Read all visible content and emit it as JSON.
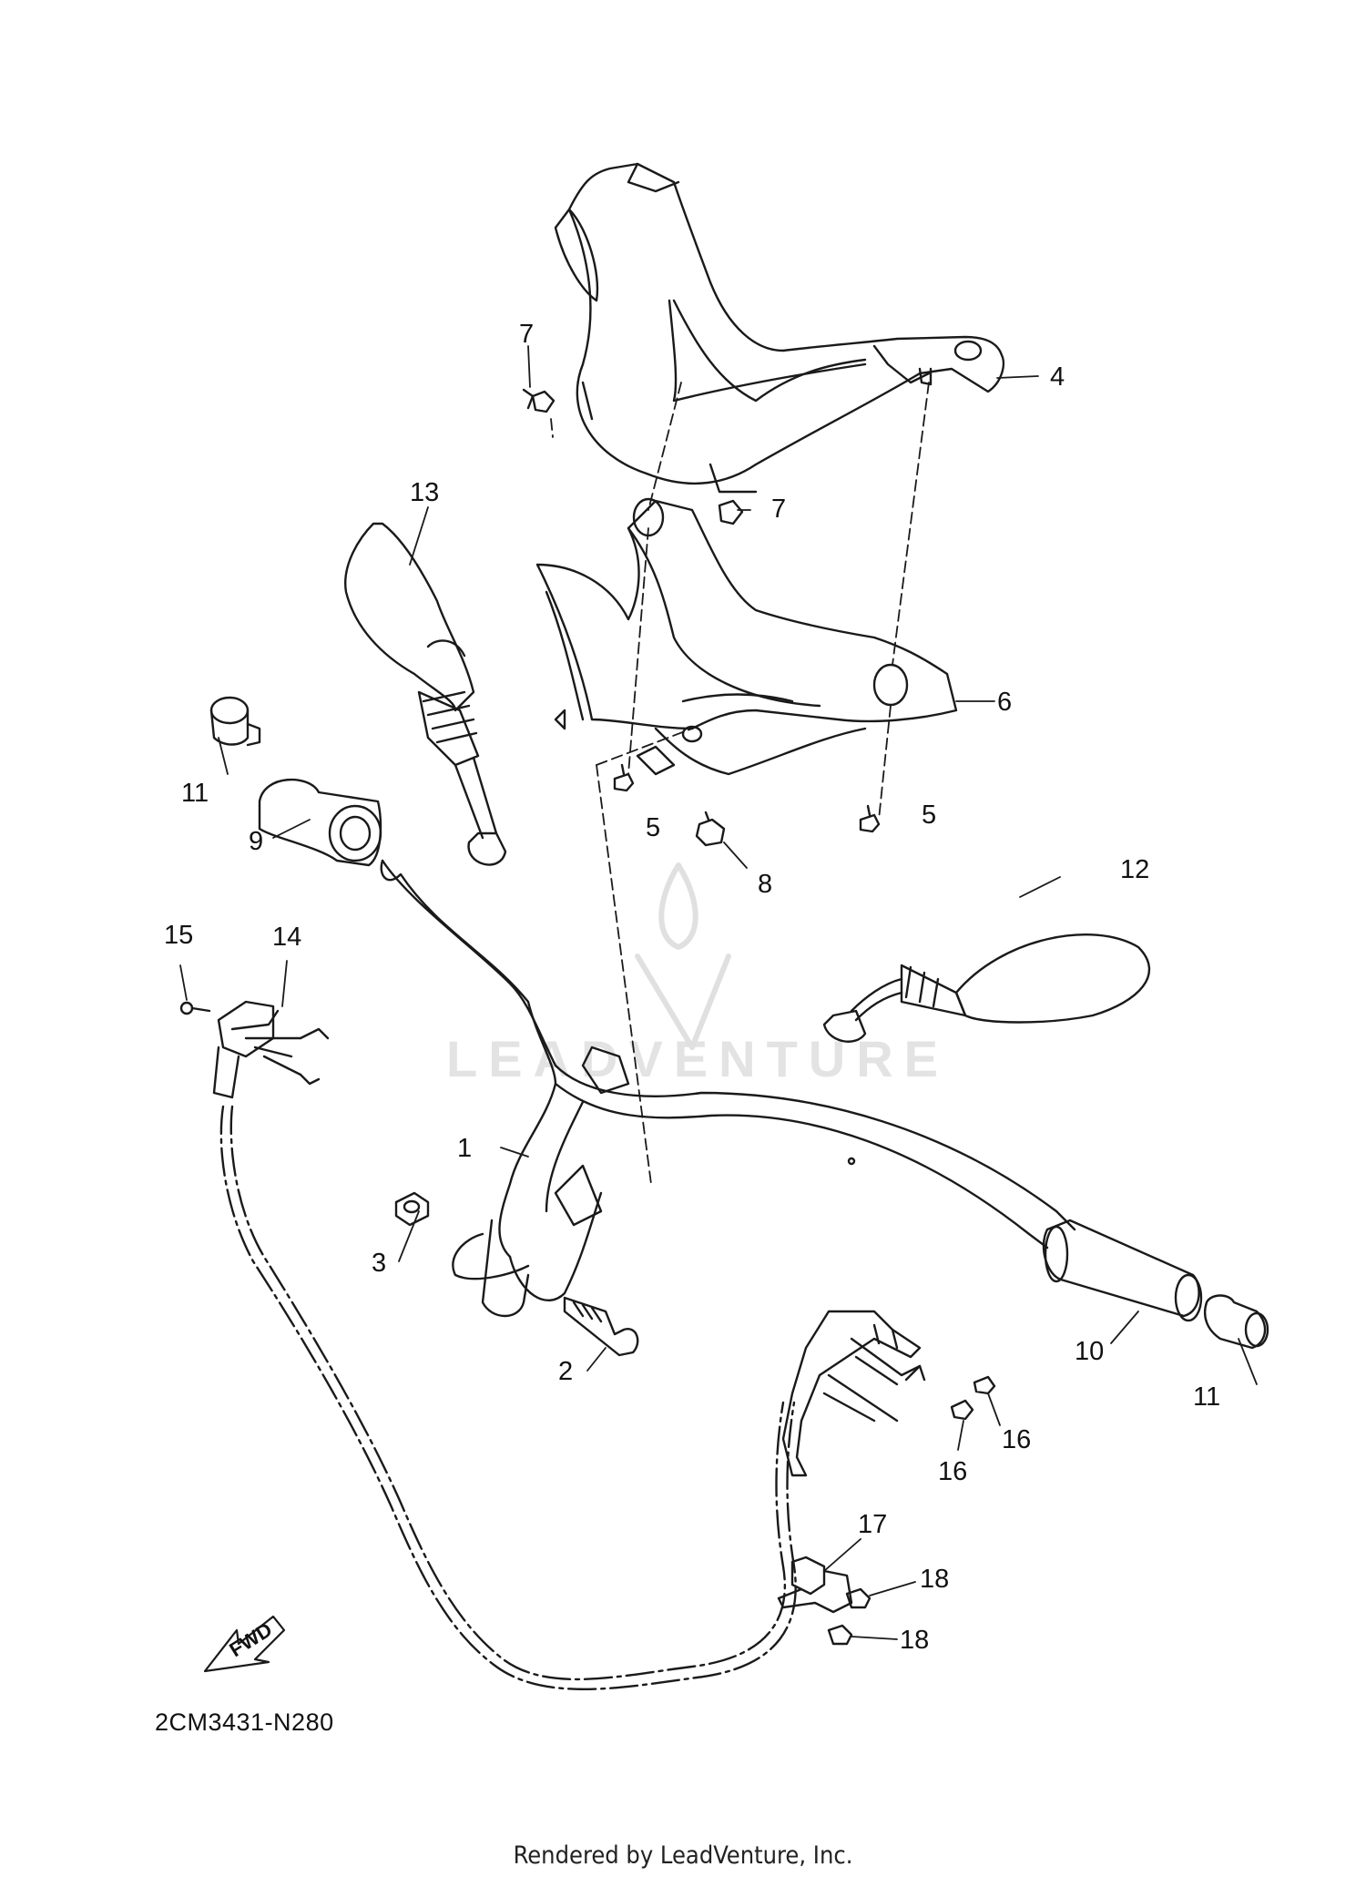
{
  "callouts": [
    {
      "label": "1"
    },
    {
      "label": "2"
    },
    {
      "label": "3"
    },
    {
      "label": "4"
    },
    {
      "label": "5"
    },
    {
      "label": "5"
    },
    {
      "label": "6"
    },
    {
      "label": "7"
    },
    {
      "label": "7"
    },
    {
      "label": "8"
    },
    {
      "label": "9"
    },
    {
      "label": "10"
    },
    {
      "label": "11"
    },
    {
      "label": "11"
    },
    {
      "label": "12"
    },
    {
      "label": "13"
    },
    {
      "label": "14"
    },
    {
      "label": "15"
    },
    {
      "label": "16"
    },
    {
      "label": "16"
    },
    {
      "label": "17"
    },
    {
      "label": "18"
    },
    {
      "label": "18"
    }
  ],
  "fwd_label": "FWD",
  "part_code": "2CM3431-N280",
  "watermark": "LEADVENTURE",
  "footer": "Rendered by LeadVenture, Inc."
}
